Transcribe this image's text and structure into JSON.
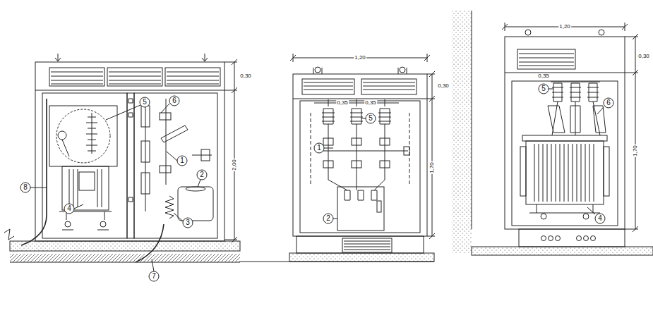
{
  "diagram": {
    "labels": [
      "0,30",
      "2,00",
      "5",
      "6",
      "1",
      "2",
      "3",
      "4",
      "8",
      "7",
      "1,20",
      "0,30",
      "0,35",
      "0,35",
      "1,70",
      "5",
      "1",
      "2",
      "1,20",
      "0,30",
      "0,35",
      "1,70",
      "5",
      "6",
      "4"
    ]
  }
}
